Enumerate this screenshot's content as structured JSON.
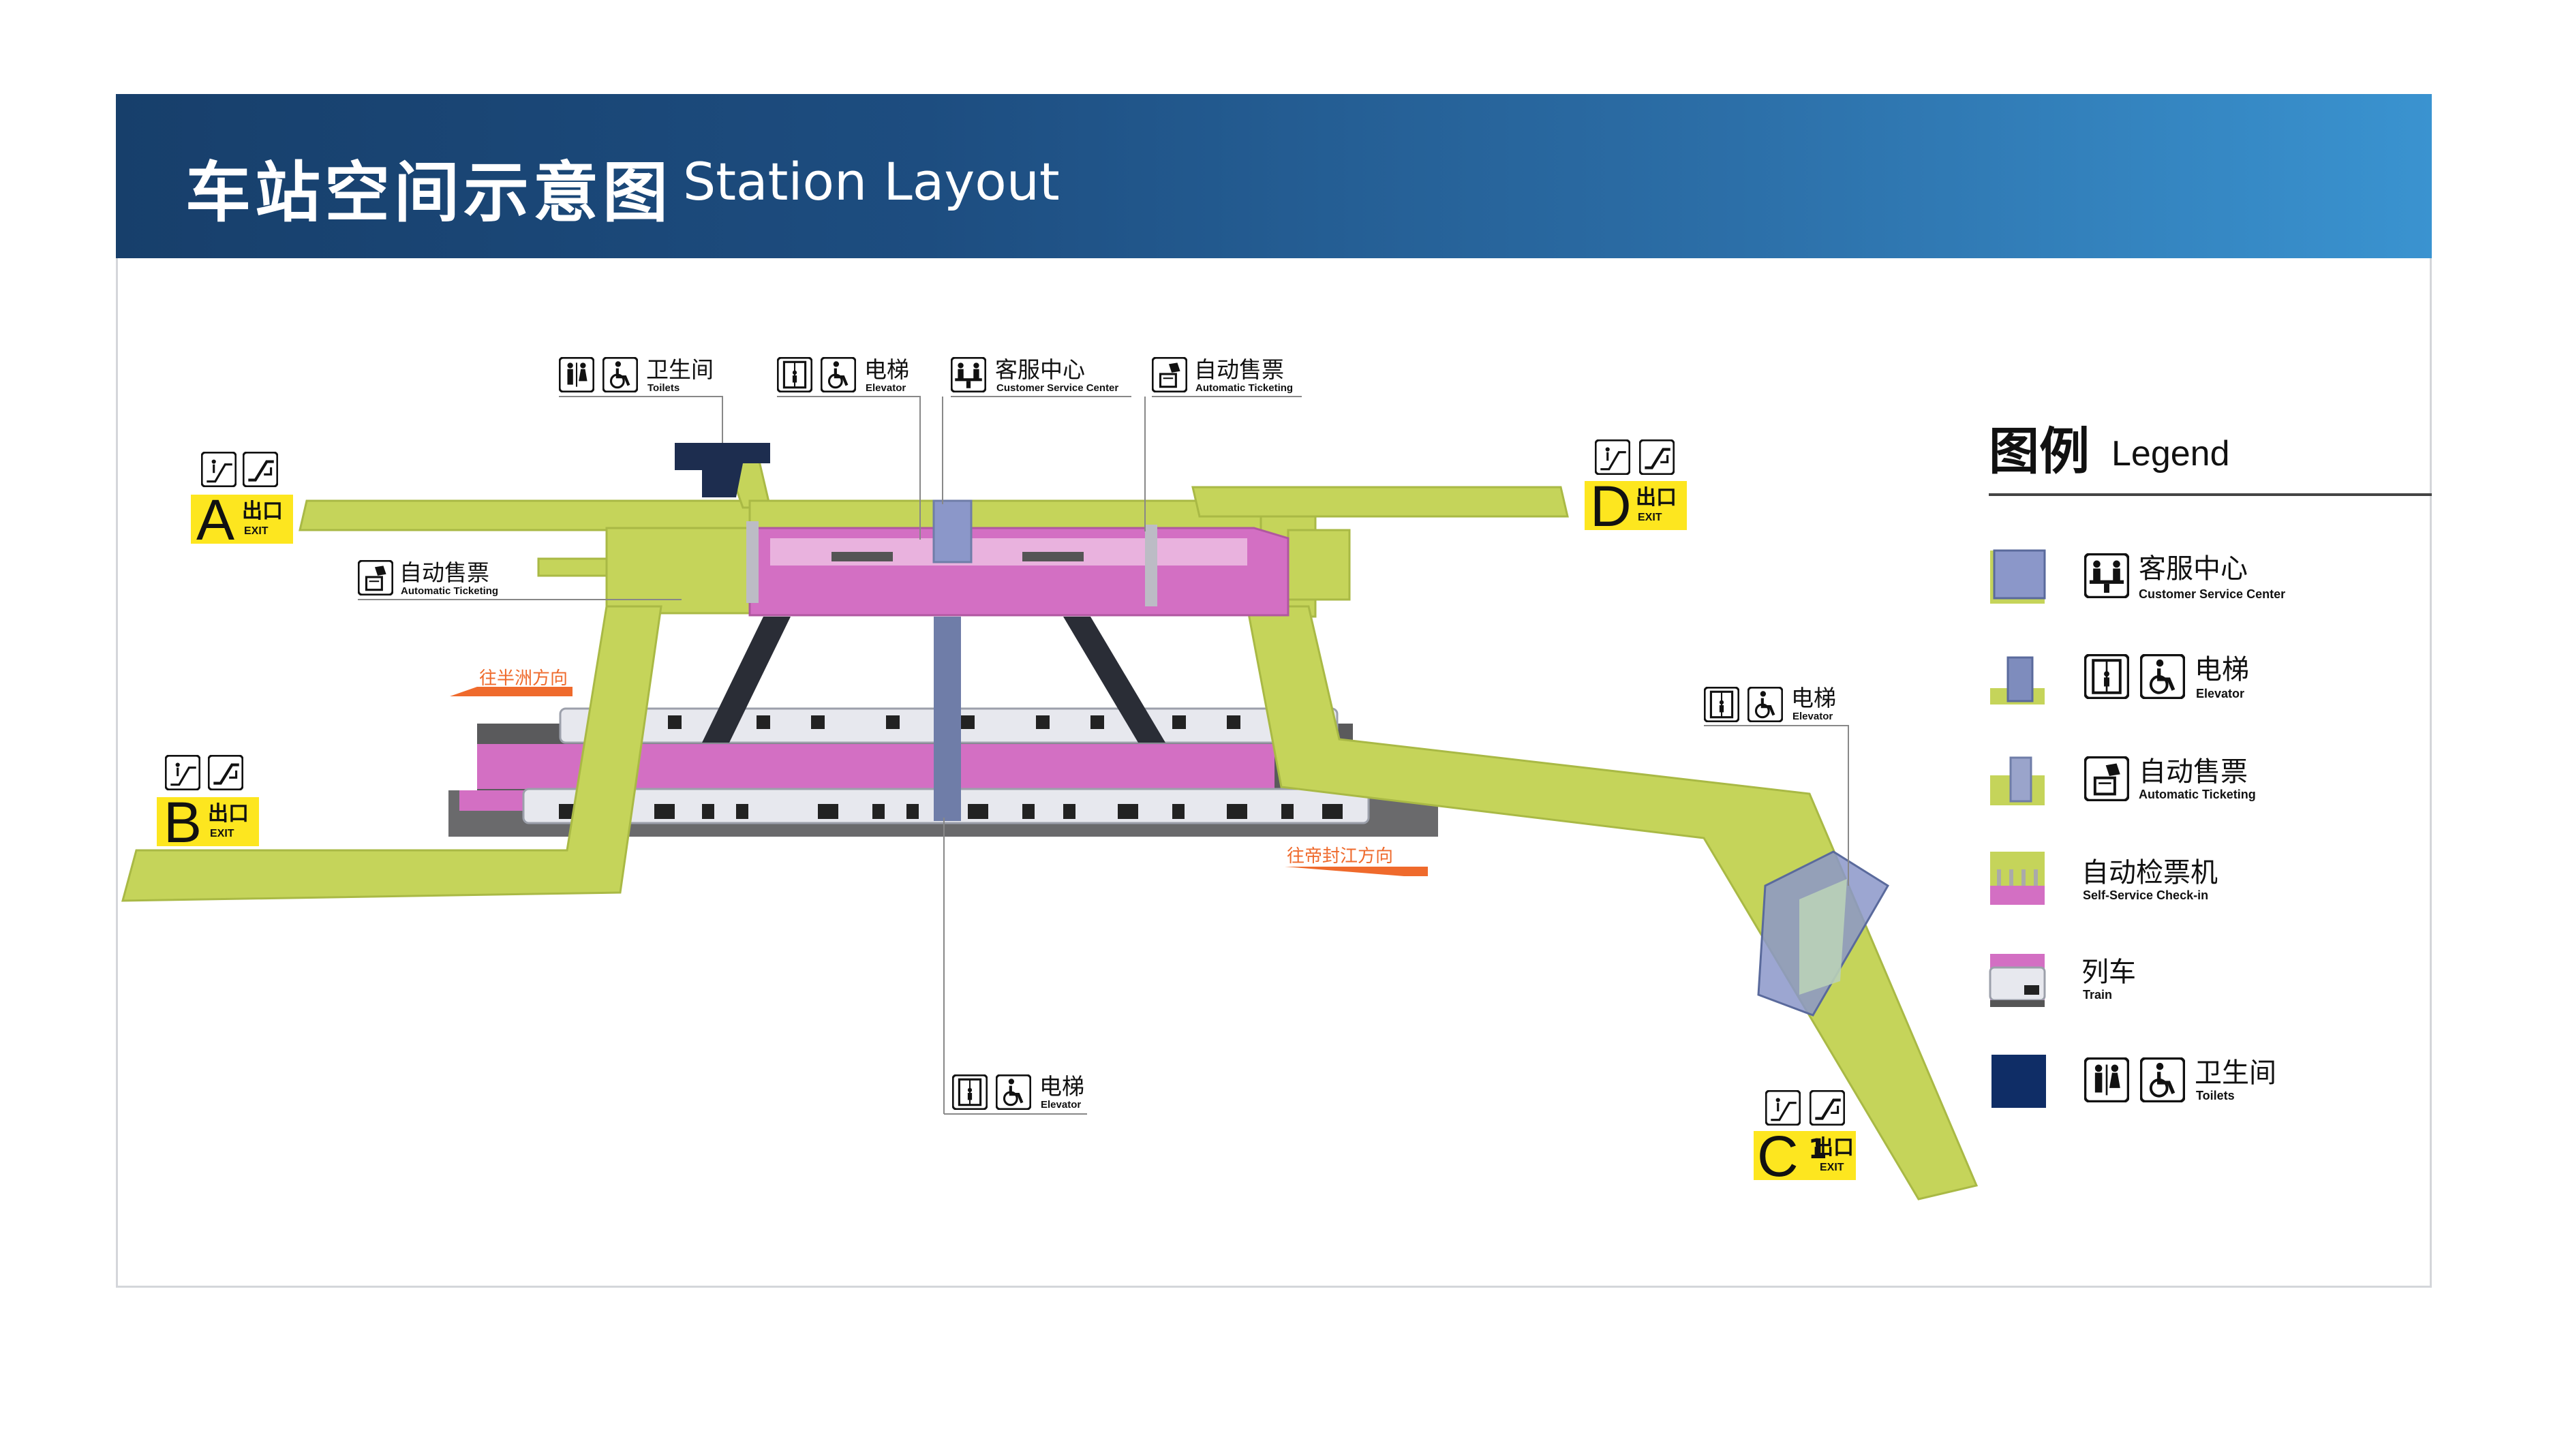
{
  "header": {
    "title_cn": "车站空间示意图",
    "title_en": "Station Layout"
  },
  "callouts": {
    "toilets": {
      "cn": "卫生间",
      "en": "Toilets"
    },
    "elevator_top": {
      "cn": "电梯",
      "en": "Elevator"
    },
    "service": {
      "cn": "客服中心",
      "en": "Customer Service Center"
    },
    "ticketing_top": {
      "cn": "自动售票",
      "en": "Automatic Ticketing"
    },
    "ticketing_left": {
      "cn": "自动售票",
      "en": "Automatic Ticketing"
    },
    "elevator_right": {
      "cn": "电梯",
      "en": "Elevator"
    },
    "elevator_bottom": {
      "cn": "电梯",
      "en": "Elevator"
    }
  },
  "exits": {
    "A": {
      "letter": "A",
      "cn": "出口",
      "en": "EXIT"
    },
    "B": {
      "letter": "B",
      "cn": "出口",
      "en": "EXIT"
    },
    "C": {
      "letter": "C",
      "number": "1",
      "cn": "出口",
      "en": "EXIT"
    },
    "D": {
      "letter": "D",
      "cn": "出口",
      "en": "EXIT"
    }
  },
  "directions": {
    "left": "往半洲方向",
    "right": "往帝封江方向"
  },
  "legend": {
    "title_cn": "图例",
    "title_en": "Legend",
    "items": [
      {
        "cn": "客服中心",
        "en": "Customer Service Center",
        "icon": "service-icon"
      },
      {
        "cn": "电梯",
        "en": "Elevator",
        "icon": "elevator-icon"
      },
      {
        "cn": "自动售票",
        "en": "Automatic Ticketing",
        "icon": "ticket-icon"
      },
      {
        "cn": "自动检票机",
        "en": "Self-Service Check-in",
        "icon": ""
      },
      {
        "cn": "列车",
        "en": "Train",
        "icon": ""
      },
      {
        "cn": "卫生间",
        "en": "Toilets",
        "icon": "toilet-icon"
      }
    ]
  },
  "colors": {
    "passage": "#c5d45a",
    "passage_dark": "#a9b945",
    "platform": "#d36fc3",
    "service": "#8b97c9",
    "toilet_block": "#1d2d4f",
    "accent_orange": "#ef6a2c",
    "exit_yellow": "#fde61f",
    "header_start": "#173f6b",
    "header_end": "#3a93d0"
  }
}
